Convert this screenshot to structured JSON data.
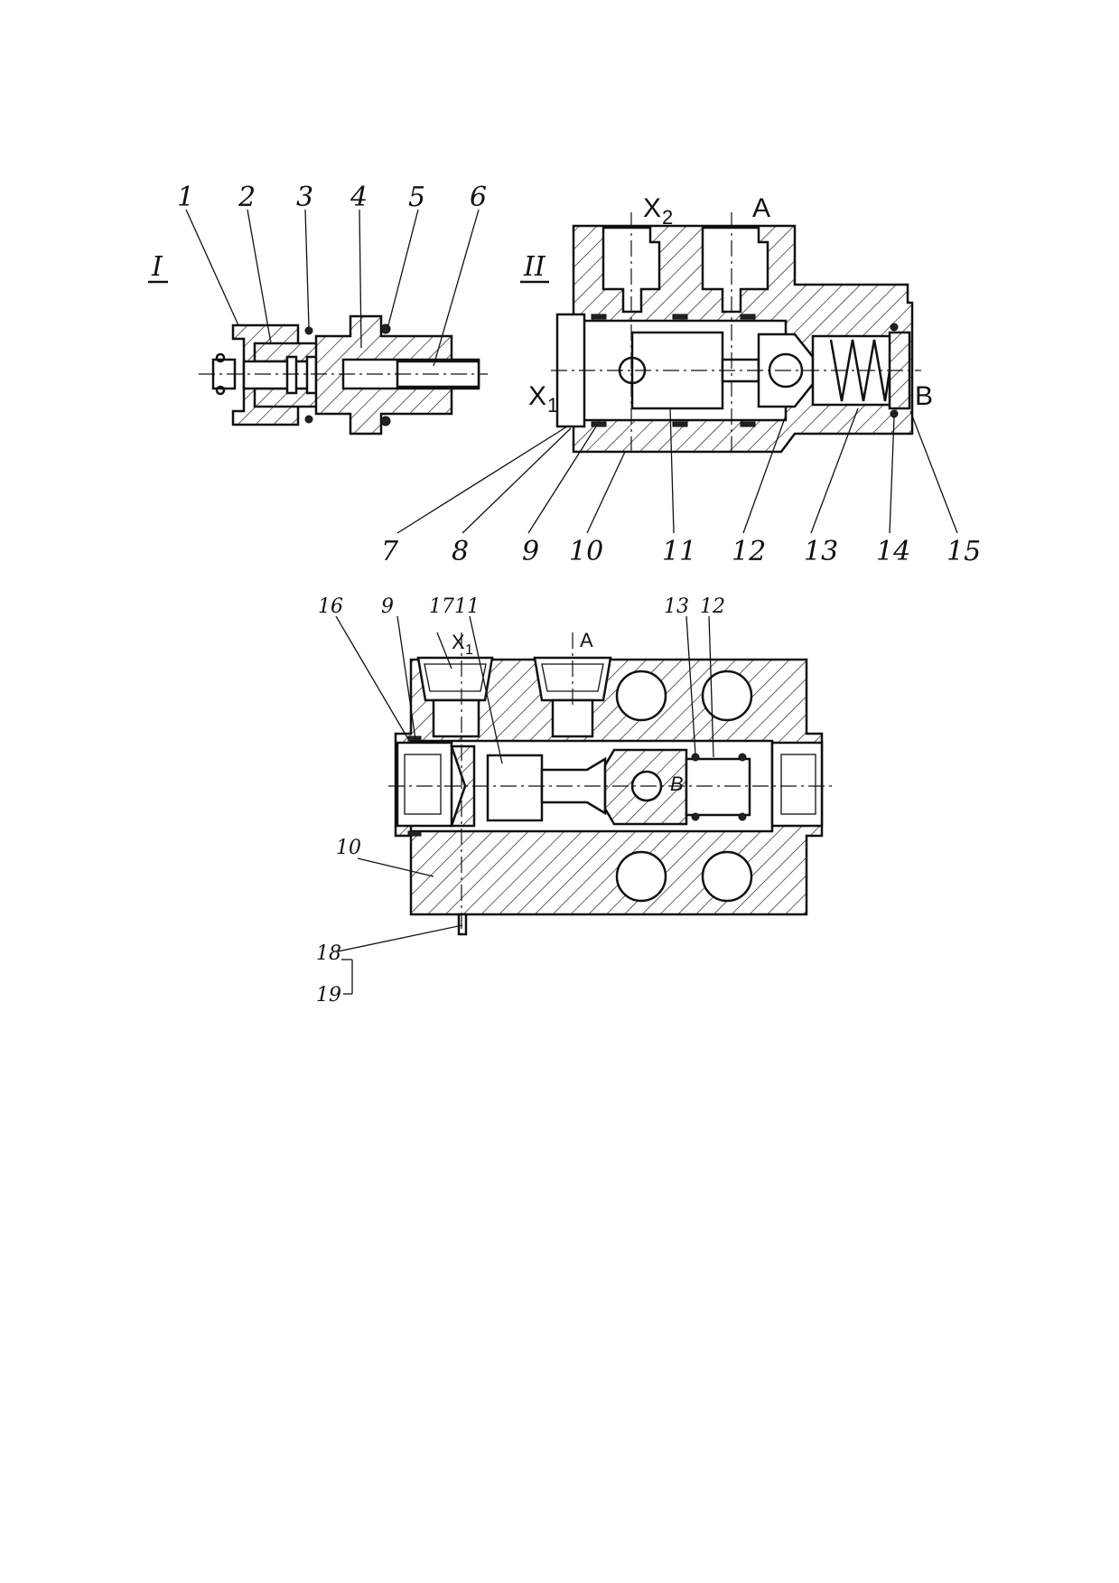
{
  "figure": {
    "view_I_label": "I",
    "view_II_label": "II",
    "view_I_callouts": [
      "1",
      "2",
      "3",
      "4",
      "5",
      "6"
    ],
    "view_II_callouts": [
      "7",
      "8",
      "9",
      "10",
      "11",
      "12",
      "13",
      "14",
      "15"
    ],
    "view_III_callouts": {
      "c16": "16",
      "c9": "9",
      "c17": "17",
      "c11": "11",
      "c13": "13",
      "c12": "12",
      "c10": "10",
      "c18": "18",
      "c19": "19"
    },
    "ports_II": {
      "x2": "X",
      "x2_sub": "2",
      "a": "A",
      "x1": "X",
      "x1_sub": "1",
      "b": "B"
    },
    "ports_III": {
      "x1": "X",
      "x1_sub": "1",
      "a": "A",
      "b": "B"
    }
  }
}
